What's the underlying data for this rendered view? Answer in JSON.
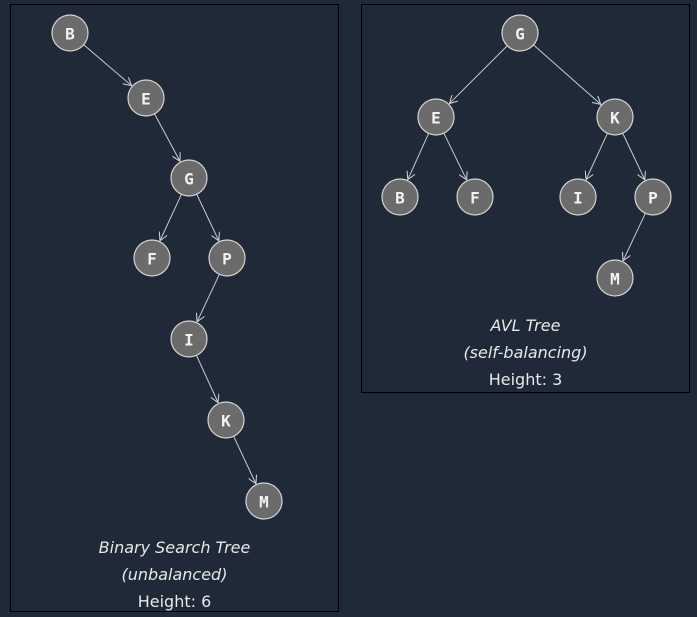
{
  "trees": [
    {
      "id": "bst",
      "caption_title": "Binary Search Tree",
      "caption_subtitle": "(unbalanced)",
      "caption_height": "Height: 6",
      "nodes": [
        "B",
        "E",
        "G",
        "F",
        "P",
        "I",
        "K",
        "M"
      ],
      "edges": [
        [
          "B",
          "E"
        ],
        [
          "E",
          "G"
        ],
        [
          "G",
          "F"
        ],
        [
          "G",
          "P"
        ],
        [
          "P",
          "I"
        ],
        [
          "I",
          "K"
        ],
        [
          "K",
          "M"
        ]
      ]
    },
    {
      "id": "avl",
      "caption_title": "AVL Tree",
      "caption_subtitle": "(self-balancing)",
      "caption_height": "Height: 3",
      "nodes": [
        "G",
        "E",
        "K",
        "B",
        "F",
        "I",
        "P",
        "M"
      ],
      "edges": [
        [
          "G",
          "E"
        ],
        [
          "G",
          "K"
        ],
        [
          "E",
          "B"
        ],
        [
          "E",
          "F"
        ],
        [
          "K",
          "I"
        ],
        [
          "K",
          "P"
        ],
        [
          "P",
          "M"
        ]
      ]
    }
  ],
  "colors": {
    "background": "#1f2937",
    "node_fill": "#6b6b6b",
    "node_stroke": "#d4d4d4",
    "edge": "#c8cdd3",
    "text": "#f2f2f2"
  }
}
